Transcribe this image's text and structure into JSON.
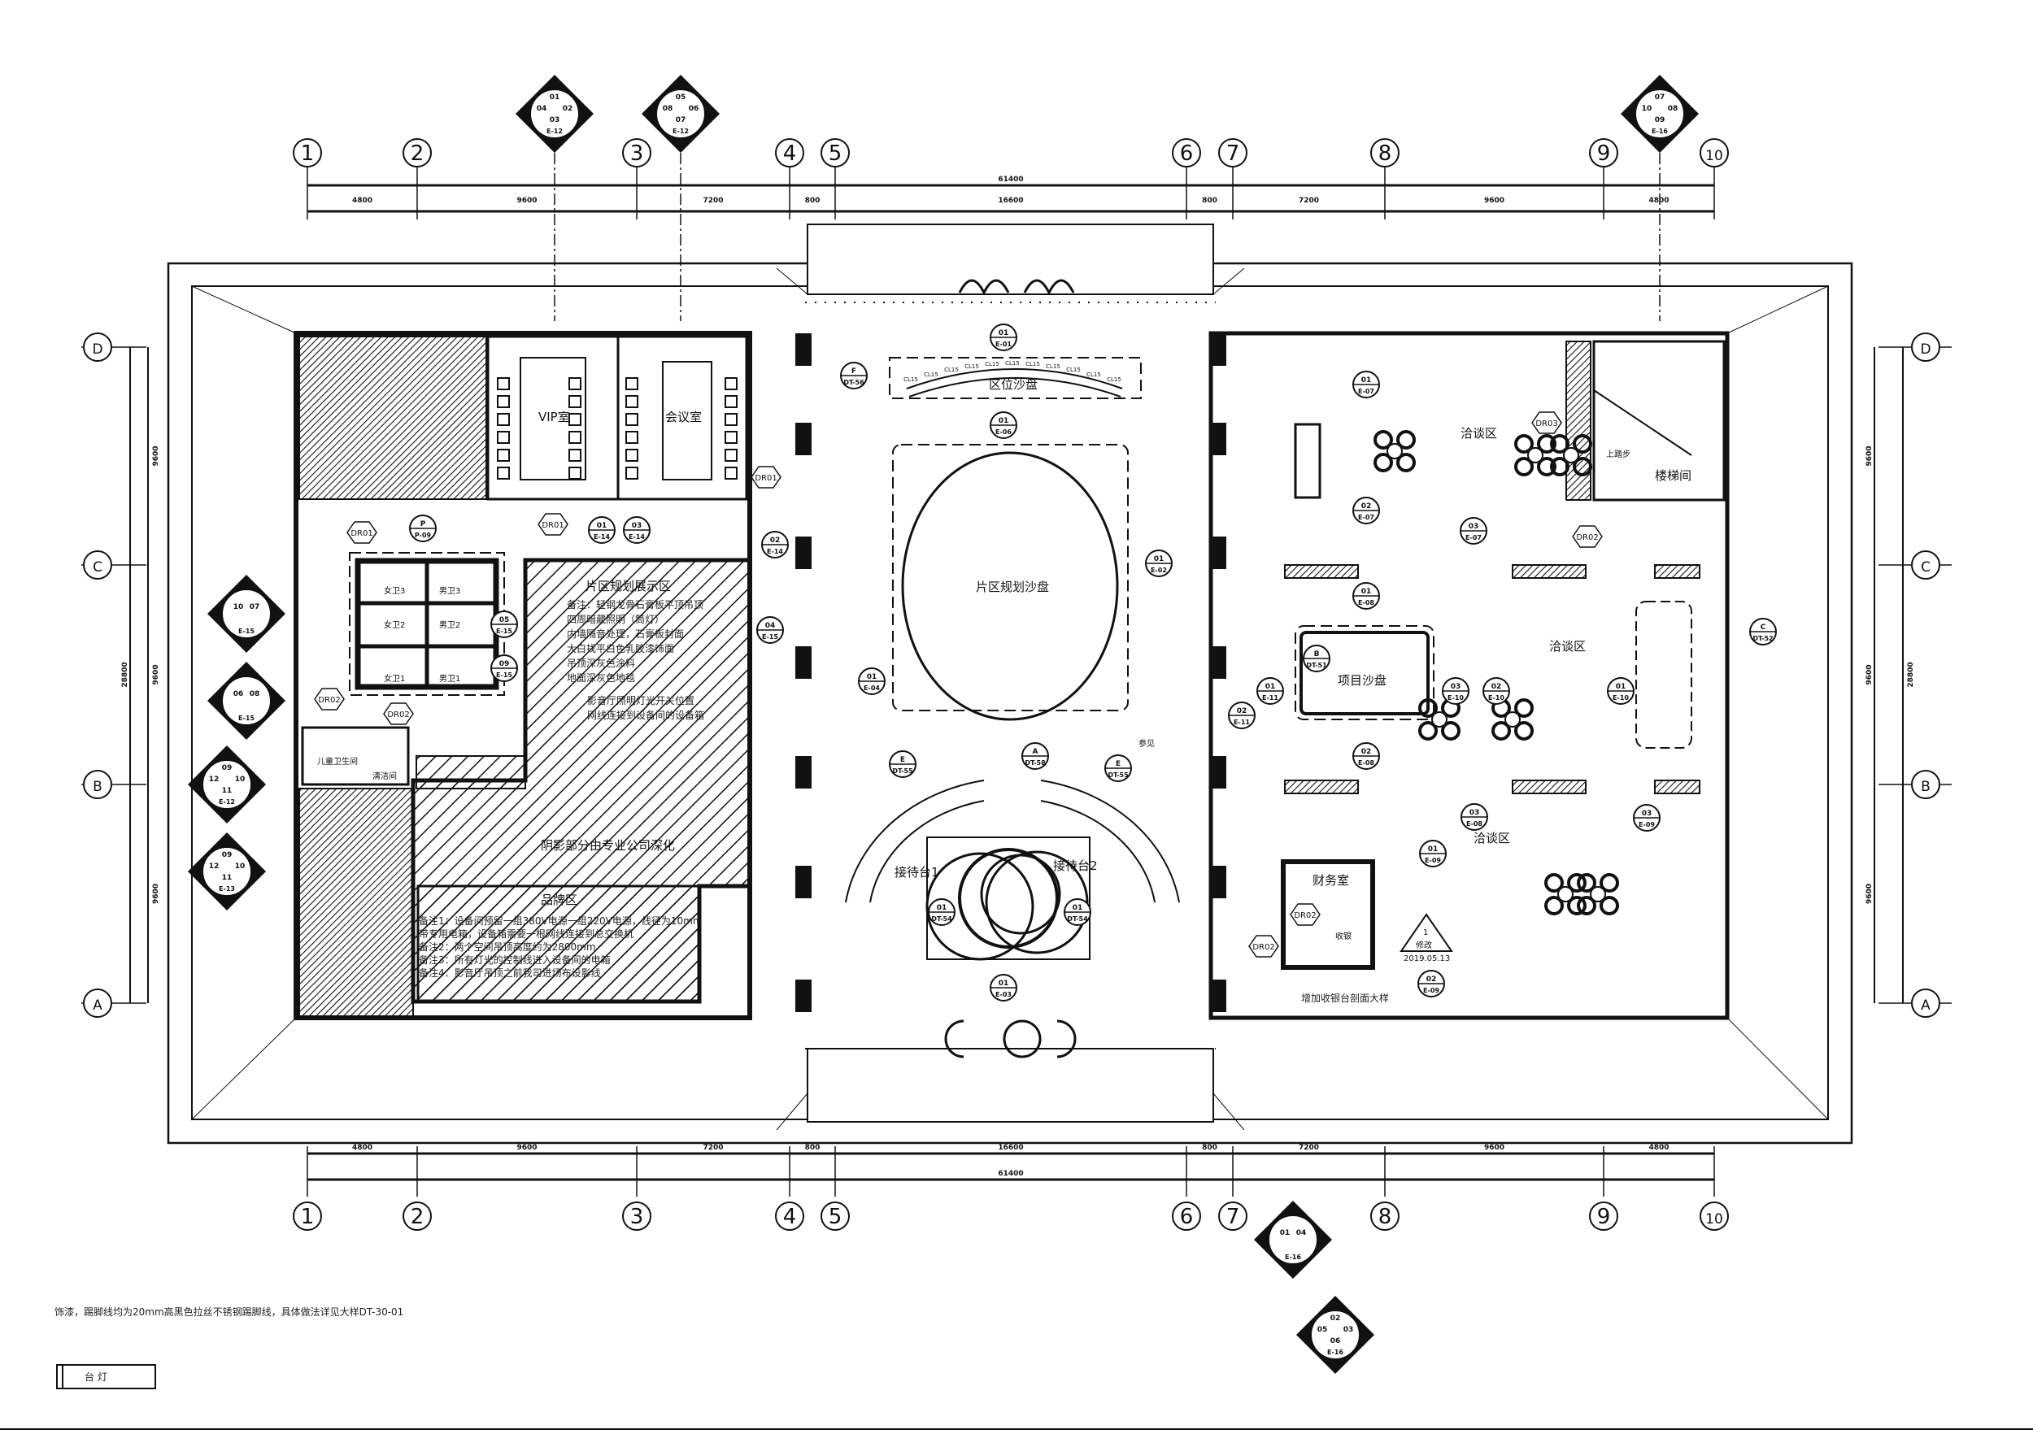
{
  "grid": {
    "columns": [
      "1",
      "2",
      "3",
      "4",
      "5",
      "6",
      "7",
      "8",
      "9",
      "10"
    ],
    "rows": [
      "D",
      "C",
      "B",
      "A"
    ]
  },
  "dimensions": {
    "top_total": "61400",
    "bottom_total": "61400",
    "spans": [
      "4800",
      "9600",
      "7200",
      "800",
      "16600",
      "800",
      "7200",
      "9600",
      "4800"
    ],
    "row_total": "28800",
    "row_spans": [
      "9600",
      "9600",
      "9600"
    ]
  },
  "rooms": {
    "vip": "VIP室",
    "meeting": "会议室",
    "district_display": "片区规划展示区",
    "district_notes": [
      "备注：轻钢龙骨石膏板平顶吊顶",
      "四周暗藏照明（筒灯）",
      "内墙隔音处理，石膏板封面",
      "大白找平白色乳胶漆饰面",
      "吊顶深灰色涂料",
      "地面深灰色地毯"
    ],
    "av_notes": [
      "影音厅照明灯光开关位置",
      "网线连接到设备间的设备箱"
    ],
    "shadow_note": "阴影部分由专业公司深化",
    "brand": "品牌区",
    "brand_notes": [
      "备注1：设备间预留一组380V电源一组220V电源，线径为10mm",
      "带专用电箱，设备箱需要一根网线连接到总交换机",
      "备注2：两个空间吊顶高度约为2800mm",
      "备注3：所有灯光的控制线进入设备间的电箱",
      "备注4：影音厅吊顶之前我司进场布设影线"
    ],
    "location_model": "区位沙盘",
    "district_model": "片区规划沙盘",
    "reception1": "接待台1",
    "reception2": "接待台2",
    "project_model": "项目沙盘",
    "negotiation_top": "洽谈区",
    "negotiation_mid": "洽谈区",
    "negotiation_low": "洽谈区",
    "stairs": "楼梯间",
    "stairs_up": "上踏步",
    "finance": "财务室",
    "cashier": "收银",
    "cashier_note": "增加收银台剖面大样",
    "revision_no": "1",
    "revision_label": "修改",
    "revision_date": "2019.05.13",
    "restrooms": [
      "女卫3",
      "女卫2",
      "女卫1",
      "男卫3",
      "男卫2",
      "男卫1"
    ],
    "child_wc": "儿童卫生间",
    "cleaning": "清洁间",
    "doors": [
      "DR01",
      "DR01",
      "DR01",
      "DR02",
      "DR02",
      "DR02",
      "DR02",
      "DR03",
      "DR02"
    ],
    "refer": "参见"
  },
  "markers": [
    {
      "num": "01",
      "ref": "E-01"
    },
    {
      "num": "01",
      "ref": "E-06"
    },
    {
      "num": "01",
      "ref": "E-02"
    },
    {
      "num": "02",
      "ref": "E-14"
    },
    {
      "num": "04",
      "ref": "E-15"
    },
    {
      "num": "01",
      "ref": "E-14"
    },
    {
      "num": "03",
      "ref": "E-14"
    },
    {
      "num": "05",
      "ref": "E-15"
    },
    {
      "num": "09",
      "ref": "E-15"
    },
    {
      "num": "01",
      "ref": "E-04"
    },
    {
      "num": "E",
      "ref": "DT-55"
    },
    {
      "num": "E",
      "ref": "DT-55"
    },
    {
      "num": "A",
      "ref": "DT-58"
    },
    {
      "num": "01",
      "ref": "DT-54"
    },
    {
      "num": "01",
      "ref": "DT-54"
    },
    {
      "num": "01",
      "ref": "E-03"
    },
    {
      "num": "F",
      "ref": "DT-56"
    },
    {
      "num": "01",
      "ref": "E-07"
    },
    {
      "num": "02",
      "ref": "E-07"
    },
    {
      "num": "03",
      "ref": "E-07"
    },
    {
      "num": "01",
      "ref": "E-08"
    },
    {
      "num": "02",
      "ref": "E-08"
    },
    {
      "num": "03",
      "ref": "E-08"
    },
    {
      "num": "B",
      "ref": "DT-51"
    },
    {
      "num": "03",
      "ref": "E-10"
    },
    {
      "num": "02",
      "ref": "E-10"
    },
    {
      "num": "01",
      "ref": "E-10"
    },
    {
      "num": "01",
      "ref": "E-11"
    },
    {
      "num": "02",
      "ref": "E-11"
    },
    {
      "num": "01",
      "ref": "E-09"
    },
    {
      "num": "02",
      "ref": "E-09"
    },
    {
      "num": "03",
      "ref": "E-09"
    },
    {
      "num": "C",
      "ref": "DT-52"
    },
    {
      "num": "P",
      "ref": "P-09"
    }
  ],
  "clusters": [
    {
      "refs": [
        "01",
        "04",
        "02",
        "03"
      ],
      "sheet": "E-12"
    },
    {
      "refs": [
        "05",
        "08",
        "06",
        "07"
      ],
      "sheet": "E-12"
    },
    {
      "refs": [
        "07",
        "10",
        "08",
        "09"
      ],
      "sheet": "E-16"
    },
    {
      "refs": [
        "10",
        "07"
      ],
      "sheet": "E-15"
    },
    {
      "refs": [
        "06",
        "08"
      ],
      "sheet": "E-15"
    },
    {
      "refs": [
        "09",
        "12",
        "10",
        "11"
      ],
      "sheet": "E-12"
    },
    {
      "refs": [
        "09",
        "12",
        "10",
        "11"
      ],
      "sheet": "E-13"
    },
    {
      "refs": [
        "01",
        "04"
      ],
      "sheet": "E-16"
    },
    {
      "refs": [
        "02",
        "05",
        "03",
        "06"
      ],
      "sheet": "E-16"
    }
  ],
  "footer": {
    "note": "饰漆，踢脚线均为20mm高黑色拉丝不锈钢踢脚线，具体做法详见大样DT-30-01",
    "legend_item": "台 灯"
  },
  "light_tag": "CL15",
  "colors": {
    "ink": "#111111",
    "paper": "#ffffff"
  }
}
